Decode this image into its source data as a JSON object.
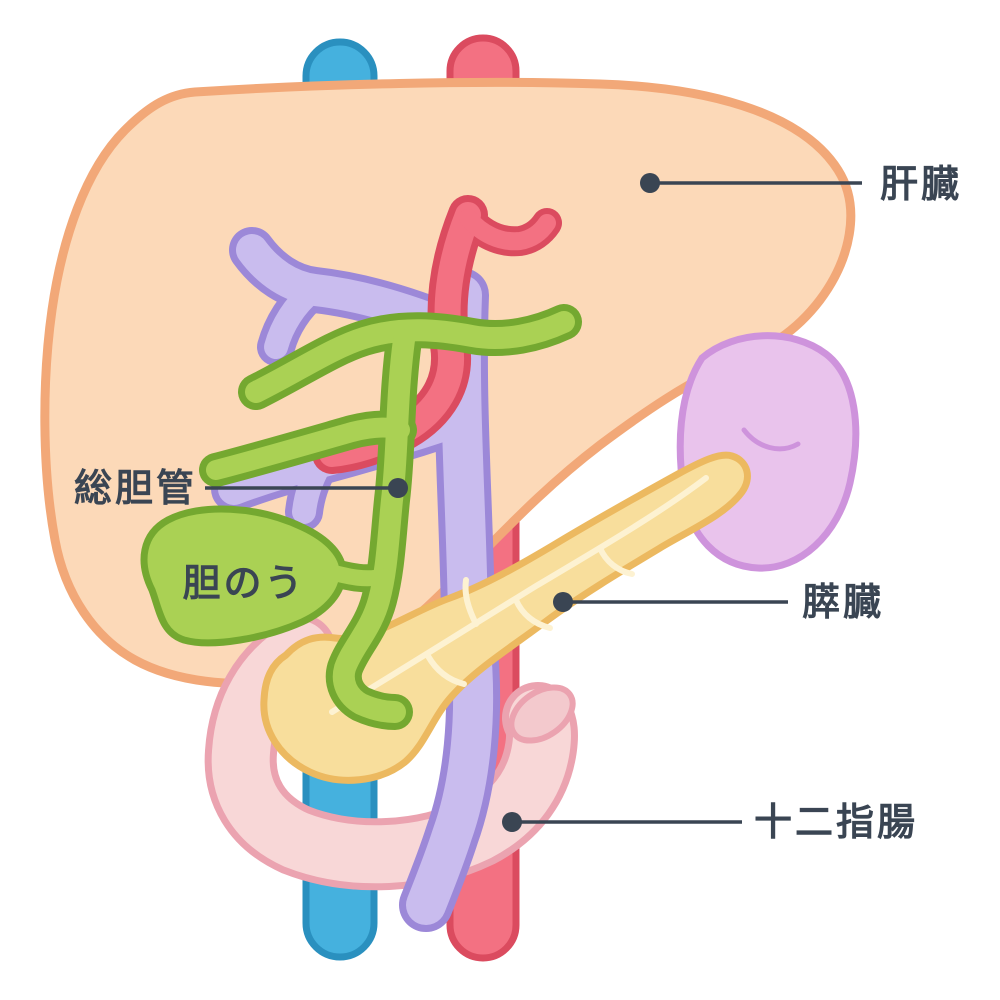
{
  "diagram": {
    "type": "anatomical-illustration",
    "labels": {
      "liver": "肝臓",
      "common_bile_duct": "総胆管",
      "gallbladder": "胆のう",
      "pancreas": "膵臓",
      "duodenum": "十二指腸"
    },
    "colors": {
      "background": "#ffffff",
      "label_text": "#3a4553",
      "leader_line": "#3a4553",
      "liver_fill": "#fcd9b8",
      "liver_stroke": "#f2a878",
      "vein_blue_fill": "#45b1de",
      "vein_blue_stroke": "#2a90bf",
      "artery_red_fill": "#f37182",
      "artery_red_stroke": "#db4b5f",
      "portal_purple_fill": "#c9bcee",
      "portal_purple_stroke": "#9c88d8",
      "bile_green_fill": "#aad154",
      "bile_green_stroke": "#74a830",
      "pancreas_fill": "#f8de9c",
      "pancreas_stroke": "#ecb960",
      "pancreas_duct": "#fdf2d2",
      "spleen_fill": "#e9c3ec",
      "spleen_stroke": "#ce93dc",
      "duodenum_fill": "#f8d7d7",
      "duodenum_stroke": "#eba3b0",
      "duodenum_opening": "#f3c9cd"
    }
  }
}
